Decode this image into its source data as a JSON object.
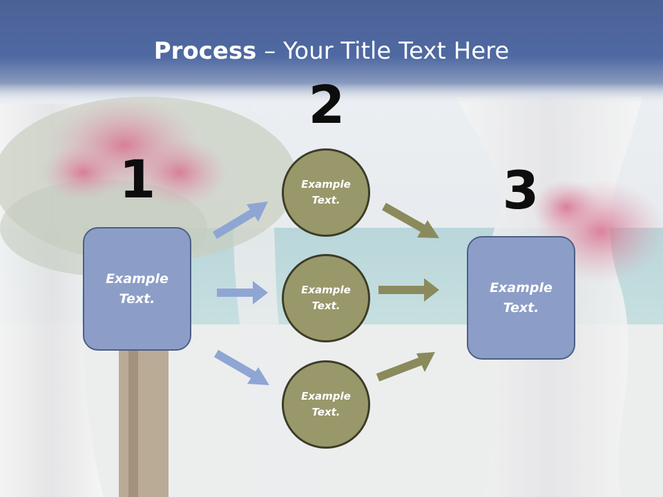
{
  "title": {
    "bold": "Process",
    "rest": " – Your Title Text Here"
  },
  "steps": [
    {
      "number": "1",
      "label": "Example Text."
    },
    {
      "number": "2",
      "labels": [
        "Example Text.",
        "Example Text.",
        "Example Text."
      ]
    },
    {
      "number": "3",
      "label": "Example Text."
    }
  ],
  "colors": {
    "header": "#4a66a0",
    "box_fill": "#8c9ec8",
    "box_border": "#4a5e84",
    "circle_fill": "#98986a",
    "circle_border": "#3c3c28",
    "arrow_blue": "#8fa6d4",
    "arrow_olive": "#8a8a5c"
  }
}
